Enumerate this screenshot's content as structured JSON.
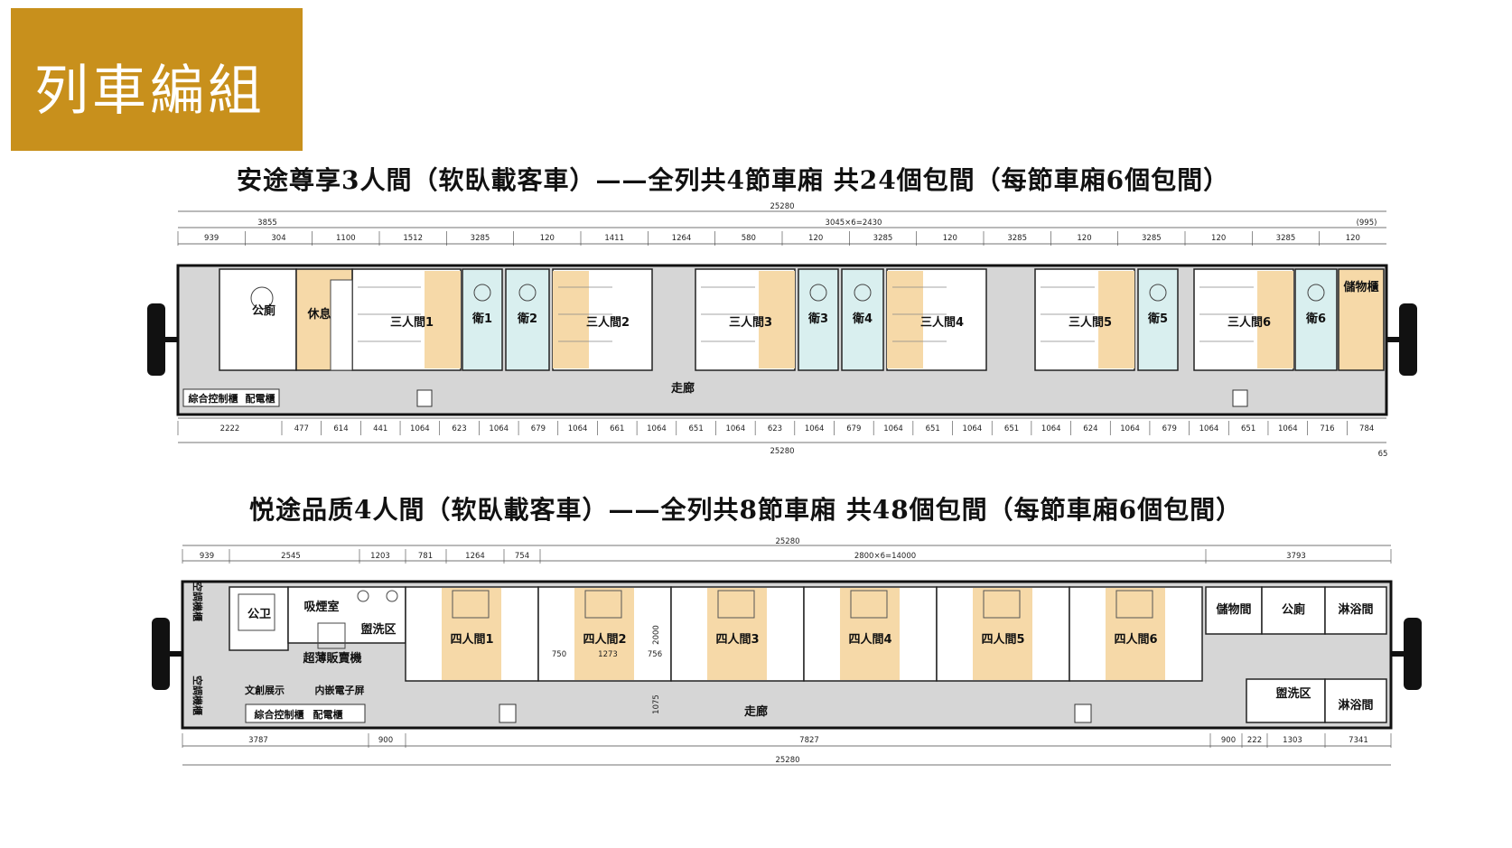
{
  "title": "列車編組",
  "plan1": {
    "heading": "安途尊享3人間（软臥載客車）——全列共4節車廂 共24個包間（每節車廂6個包間）",
    "labels": {
      "toilet": "公廁",
      "lounge": "休息室",
      "storage": "儲物櫃",
      "corridor": "走廊",
      "control": "綜合控制櫃",
      "power": "配電櫃"
    },
    "rooms": [
      "三人間1",
      "三人間2",
      "三人間3",
      "三人間4",
      "三人間5",
      "三人間6"
    ],
    "baths": [
      "衛1",
      "衛2",
      "衛3",
      "衛4",
      "衛5",
      "衛6"
    ],
    "dims_top_overall": "25280",
    "dims_top_mid": [
      "3855",
      "3045×6=2430",
      "(995)"
    ],
    "dims_top_small": [
      "939",
      "304",
      "1100",
      "1512",
      "3285",
      "120",
      "1411",
      "1264",
      "580",
      "120",
      "3285",
      "120",
      "3285",
      "120",
      "3285",
      "120",
      "3285",
      "120"
    ],
    "dims_bottom": [
      "2222",
      "477",
      "614",
      "441",
      "1064",
      "623",
      "1064",
      "679",
      "1064",
      "661",
      "1064",
      "651",
      "1064",
      "623",
      "1064",
      "679",
      "1064",
      "651",
      "1064",
      "651",
      "1064",
      "624",
      "1064",
      "679",
      "1064",
      "651",
      "1064",
      "716",
      "784"
    ],
    "dims_bottom_overall": "25280",
    "dims_bottom_extra": "65"
  },
  "plan2": {
    "heading": "悦途品质4人間（软臥載客車）——全列共8節車廂 共48個包間（每節車廂6個包間）",
    "labels": {
      "ac_cabinet": "空調機櫃",
      "toilet": "公卫",
      "smoking": "吸煙室",
      "washroom": "盥洗区",
      "vending": "超薄販賣機",
      "exhibit": "文創展示",
      "screen": "内嵌電子屏",
      "control": "綜合控制櫃",
      "power": "配電櫃",
      "corridor": "走廊",
      "storage": "儲物間",
      "toilet2": "公廁",
      "shower1": "淋浴間",
      "wash2": "盥洗区",
      "shower2": "淋浴間",
      "ac_cabinet2": "空調機櫃"
    },
    "rooms": [
      "四人間1",
      "四人間2",
      "四人間3",
      "四人間4",
      "四人間5",
      "四人間6"
    ],
    "dims_top_overall": "25280",
    "dims_top": [
      "939",
      "2545",
      "1203",
      "781",
      "1264",
      "754",
      "2800×6=14000",
      "3793"
    ],
    "dims_inner": [
      "750",
      "1273",
      "756",
      "2000",
      "1075"
    ],
    "dims_bottom": [
      "3787",
      "900",
      "7827",
      "900",
      "222",
      "1303",
      "7341"
    ],
    "dims_bottom_overall": "25280"
  },
  "colors": {
    "title_bg": "#c8901c",
    "room_fill": "#f6d9a8",
    "bath_fill": "#d9efef",
    "corridor_fill": "#d6d6d6"
  }
}
